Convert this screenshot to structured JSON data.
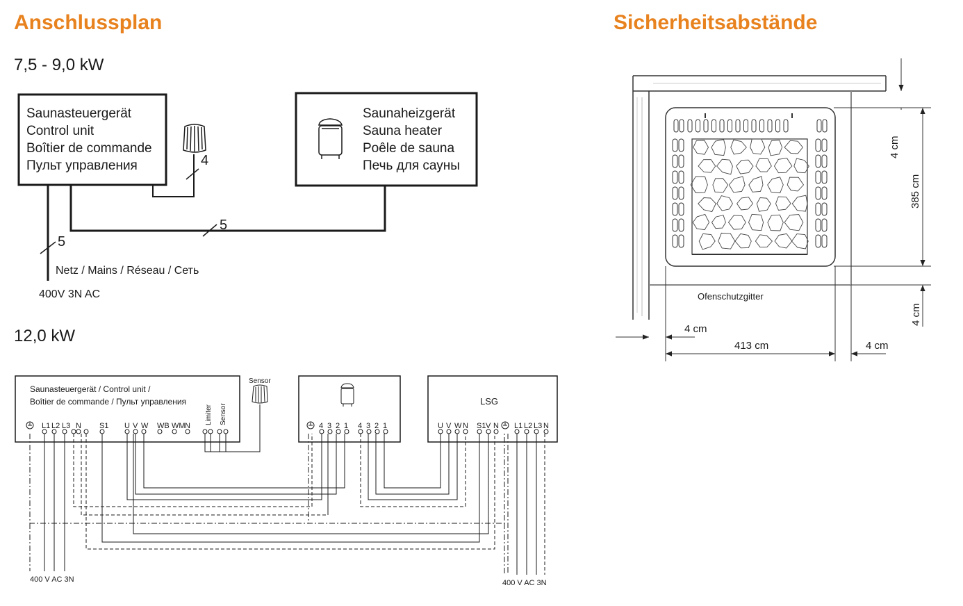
{
  "headings": {
    "left": "Anschlussplan",
    "right": "Sicherheitsabstände",
    "sub1": "7,5 - 9,0 kW",
    "sub2": "12,0 kW"
  },
  "diagram1": {
    "control_lines": [
      "Saunasteuergerät",
      "Control unit",
      "Boîtier de commande",
      "Пульт управления"
    ],
    "heater_lines": [
      "Saunaheizgerät",
      "Sauna heater",
      "Poêle de sauna",
      "Печь для сауны"
    ],
    "sensor_cable_count": "4",
    "heater_cable_count": "5",
    "mains_cable_count": "5",
    "mains_label": "Netz / Mains / Réseau / Сеть",
    "voltage": "400V 3N AC"
  },
  "diagram2": {
    "control_line1": "Saunasteuergerät / Control unit /",
    "control_line2": "Boîtier de commande / Пульт управления",
    "sensor_label": "Sensor",
    "limiter_label": "Limiter",
    "sensor_term_label": "Sensor",
    "control_terminals": [
      "L1",
      "L2",
      "L3",
      "N",
      "S1",
      "U",
      "V",
      "W",
      "WB",
      "WM",
      "N"
    ],
    "heater_terminals_a": [
      "4",
      "3",
      "2",
      "1"
    ],
    "heater_terminals_b": [
      "4",
      "3",
      "2",
      "1"
    ],
    "lsg_label": "LSG",
    "lsg_terminals": [
      "U",
      "V",
      "W",
      "N",
      "S1",
      "V",
      "N",
      "L1",
      "L2",
      "L3",
      "N"
    ],
    "voltage_left": "400 V AC 3N",
    "voltage_right": "400 V AC 3N"
  },
  "safety": {
    "dim_top": "4 cm",
    "dim_height": "385 cm",
    "dim_bottom": "4 cm",
    "dim_left": "4 cm",
    "dim_width": "413 cm",
    "dim_right": "4 cm",
    "guard_label": "Ofenschutzgitter"
  }
}
